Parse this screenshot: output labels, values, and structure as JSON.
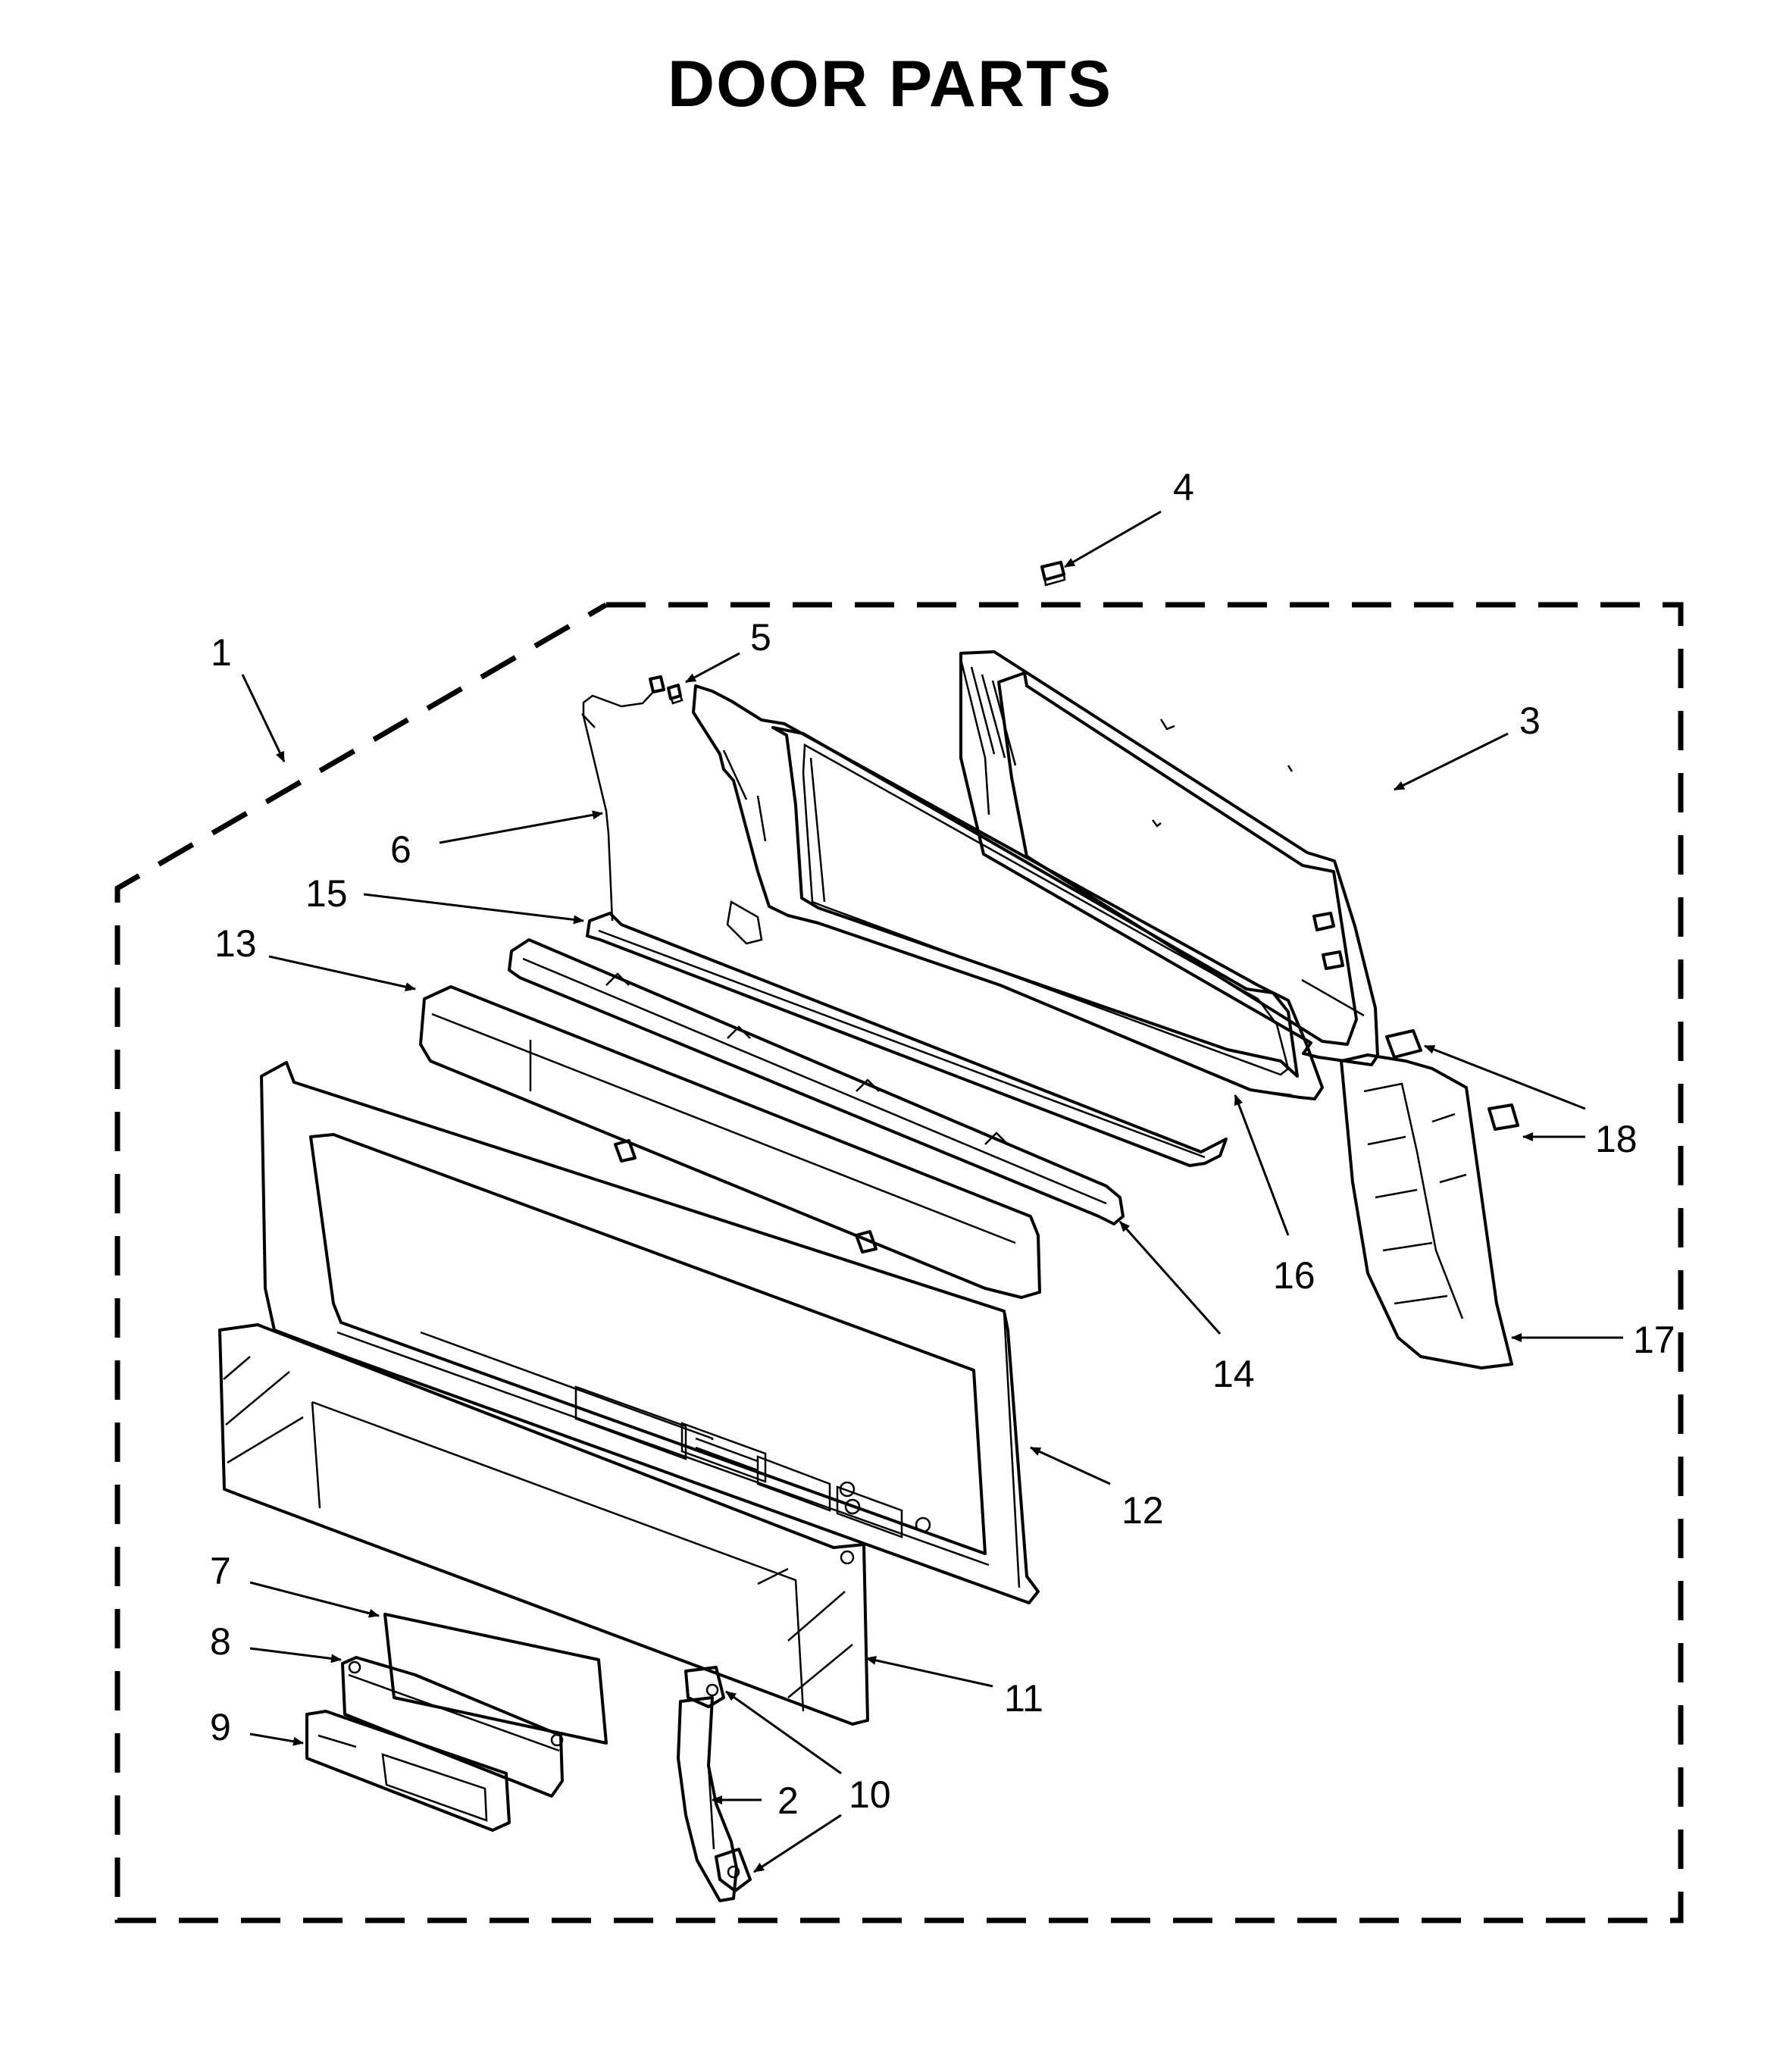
{
  "title": "DOOR PARTS",
  "callouts": [
    "1",
    "2",
    "3",
    "4",
    "5",
    "6",
    "7",
    "8",
    "9",
    "10",
    "11",
    "12",
    "13",
    "14",
    "15",
    "16",
    "17",
    "18"
  ]
}
